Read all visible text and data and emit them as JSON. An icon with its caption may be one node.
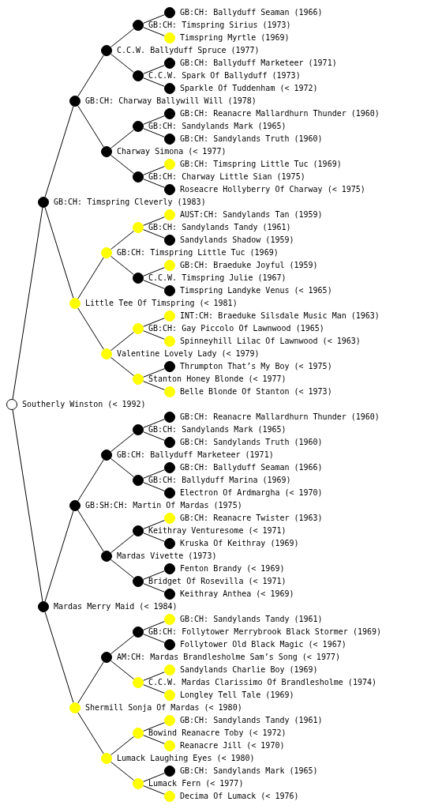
{
  "diagram": {
    "nodes": [
      {
        "text": [],
        "shape": "circle",
        "beside": [
          "GB:CH: Ballyduff Seaman (1966)"
        ]
      },
      {
        "text": [],
        "shape": "circle",
        "beside": [
          "GB:CH: Timspring Sirius (1973)"
        ]
      },
      {
        "text": [],
        "shape": "circle",
        "beside": [
          "Timspring Myrtle (1969)"
        ]
      },
      {
        "text": [],
        "shape": "circle",
        "beside": [
          "C.C.W. Ballyduff Spruce (1977)"
        ]
      },
      {
        "text": [],
        "shape": "circle",
        "beside": [
          "GB:CH: Ballyduff Marketeer (1971)"
        ]
      },
      {
        "text": [],
        "shape": "circle",
        "beside": [
          "C.C.W. Spark Of Ballyduff (1973)"
        ]
      },
      {
        "text": [],
        "shape": "circle",
        "beside": [
          "Sparkle Of Tuddenham (< 1972)"
        ]
      },
      {
        "text": [],
        "shape": "circle",
        "beside": [
          "GB:CH: Charway Ballywill Will (1978)"
        ]
      },
      {
        "text": [],
        "shape": "circle",
        "beside": [
          "GB:CH: Reanacre Mallardhurn Thunder (1960)"
        ]
      },
      {
        "text": [],
        "shape": "circle",
        "beside": [
          "GB:CH: Sandylands Mark (1965)"
        ]
      },
      {
        "text": [],
        "shape": "circle",
        "beside": [
          "GB:CH: Sandylands Truth (1960)"
        ]
      },
      {
        "text": [],
        "shape": "circle",
        "beside": [
          "Charway Simona (< 1977)"
        ]
      },
      {
        "text": [],
        "shape": "circle",
        "beside": [
          "GB:CH: Timspring Little Tuc (1969)"
        ]
      },
      {
        "text": [],
        "shape": "circle",
        "beside": [
          "GB:CH: Charway Little Sian (1975)"
        ]
      },
      {
        "text": [],
        "shape": "circle",
        "beside": [
          "Roseacre Hollyberry Of Charway (< 1975)"
        ]
      },
      {
        "text": [],
        "shape": "circle",
        "beside": [
          "GB:CH: Timspring Cleverly (1983)"
        ]
      },
      {
        "text": [],
        "shape": "circle",
        "beside": [
          "AUST:CH: Sandylands Tan (1959)"
        ]
      },
      {
        "text": [],
        "shape": "circle",
        "beside": [
          "GB:CH: Sandylands Tandy (1961)"
        ]
      },
      {
        "text": [],
        "shape": "circle",
        "beside": [
          "Sandylands Shadow (1959)"
        ]
      },
      {
        "text": [],
        "shape": "circle",
        "beside": [
          "GB:CH: Timspring Little Tuc (1969)"
        ]
      },
      {
        "text": [],
        "shape": "circle",
        "beside": [
          "GB:CH: Braeduke Joyful (1959)"
        ]
      },
      {
        "text": [],
        "shape": "circle",
        "beside": [
          "C.C.W. Timspring Julie (1967)"
        ]
      },
      {
        "text": [],
        "shape": "circle",
        "beside": [
          "Timspring Landyke Venus (< 1965)"
        ]
      },
      {
        "text": [],
        "shape": "circle",
        "beside": [
          "Little Tee Of Timspring (< 1981)"
        ]
      },
      {
        "text": [],
        "shape": "circle",
        "beside": [
          "INT:CH: Braeduke Silsdale Music Man (1963)"
        ]
      },
      {
        "text": [],
        "shape": "circle",
        "beside": [
          "GB:CH: Gay Piccolo Of Lawnwood (1965)"
        ]
      },
      {
        "text": [],
        "shape": "circle",
        "beside": [
          "Spinneyhill Lilac Of Lawnwood (< 1963)"
        ]
      },
      {
        "text": [],
        "shape": "circle",
        "beside": [
          "Valentine Lovely Lady (< 1979)"
        ]
      },
      {
        "text": [],
        "shape": "circle",
        "beside": [
          "Thrumpton That’s My Boy (< 1975)"
        ]
      },
      {
        "text": [],
        "shape": "circle",
        "beside": [
          "Stanton Honey Blonde (< 1977)"
        ]
      },
      {
        "text": [],
        "shape": "circle",
        "beside": [
          "Belle Blonde Of Stanton (< 1973)"
        ]
      },
      {
        "text": [],
        "shape": "circle",
        "beside": [
          "Southerly Winston (< 1992)"
        ]
      },
      {
        "text": [],
        "shape": "circle",
        "beside": [
          "GB:CH: Reanacre Mallardhurn Thunder (1960)"
        ]
      },
      {
        "text": [],
        "shape": "circle",
        "beside": [
          "GB:CH: Sandylands Mark (1965)"
        ]
      },
      {
        "text": [],
        "shape": "circle",
        "beside": [
          "GB:CH: Sandylands Truth (1960)"
        ]
      },
      {
        "text": [],
        "shape": "circle",
        "beside": [
          "GB:CH: Ballyduff Marketeer (1971)"
        ]
      },
      {
        "text": [],
        "shape": "circle",
        "beside": [
          "GB:CH: Ballyduff Seaman (1966)"
        ]
      },
      {
        "text": [],
        "shape": "circle",
        "beside": [
          "GB:CH: Ballyduff Marina (1969)"
        ]
      },
      {
        "text": [],
        "shape": "circle",
        "beside": [
          "Electron Of Ardmargha (< 1970)"
        ]
      },
      {
        "text": [],
        "shape": "circle",
        "beside": [
          "GB:SH:CH: Martin Of Mardas (1975)"
        ]
      },
      {
        "text": [],
        "shape": "circle",
        "beside": [
          "GB:CH: Reanacre Twister (1963)"
        ]
      },
      {
        "text": [],
        "shape": "circle",
        "beside": [
          "Keithray Venturesome (< 1971)"
        ]
      },
      {
        "text": [],
        "shape": "circle",
        "beside": [
          "Kruska Of Keithray (1969)"
        ]
      },
      {
        "text": [],
        "shape": "circle",
        "beside": [
          "Mardas Vivette (1973)"
        ]
      },
      {
        "text": [],
        "shape": "circle",
        "beside": [
          "Fenton Brandy (< 1969)"
        ]
      },
      {
        "text": [],
        "shape": "circle",
        "beside": [
          "Bridget Of Rosevilla (< 1971)"
        ]
      },
      {
        "text": [],
        "shape": "circle",
        "beside": [
          "Keithray Anthea (< 1969)"
        ]
      },
      {
        "text": [],
        "shape": "circle",
        "beside": [
          "Mardas Merry Maid (< 1984)"
        ]
      },
      {
        "text": [],
        "shape": "circle",
        "beside": [
          "GB:CH: Sandylands Tandy (1961)"
        ]
      },
      {
        "text": [],
        "shape": "circle",
        "beside": [
          "GB:CH: Follytower Merrybrook Black Stormer (1969)"
        ]
      },
      {
        "text": [],
        "shape": "circle",
        "beside": [
          "Follytower Old Black Magic (< 1967)"
        ]
      },
      {
        "text": [],
        "shape": "circle",
        "beside": [
          "AM:CH: Mardas Brandlesholme Sam’s Song (< 1977)"
        ]
      },
      {
        "text": [],
        "shape": "circle",
        "beside": [
          "Sandylands Charlie Boy (1969)"
        ]
      },
      {
        "text": [],
        "shape": "circle",
        "beside": [
          "C.C.W. Mardas Clarissimo Of Brandlesholme (1974)"
        ]
      },
      {
        "text": [],
        "shape": "circle",
        "beside": [
          "Longley Tell Tale (1969)"
        ]
      },
      {
        "text": [],
        "shape": "circle",
        "beside": [
          "Shermill Sonja Of Mardas (< 1980)"
        ]
      },
      {
        "text": [],
        "shape": "circle",
        "beside": [
          "GB:CH: Sandylands Tandy (1961)"
        ]
      },
      {
        "text": [],
        "shape": "circle",
        "beside": [
          "Bowind Reanacre Toby (< 1972)"
        ]
      },
      {
        "text": [],
        "shape": "circle",
        "beside": [
          "Reanacre Jill (< 1970)"
        ]
      },
      {
        "text": [],
        "shape": "circle",
        "beside": [
          "Lumack Laughing Eyes (< 1980)"
        ]
      },
      {
        "text": [],
        "shape": "circle",
        "beside": [
          "GB:CH: Sandylands Mark (1965)"
        ]
      },
      {
        "text": [],
        "shape": "circle",
        "beside": [
          "Lumack Fern (< 1977)"
        ]
      },
      {
        "text": [],
        "shape": "circle",
        "beside": [
          "Decima Of Lumack (< 1976)"
        ]
      }
    ],
    "edges": [
      {
        "from": 31,
        "to": 15,
        "arrow": "none"
      },
      {
        "from": 31,
        "to": 47,
        "arrow": "none"
      },
      {
        "from": 15,
        "to": 7,
        "arrow": "none"
      },
      {
        "from": 15,
        "to": 23,
        "arrow": "none"
      },
      {
        "from": 47,
        "to": 39,
        "arrow": "none"
      },
      {
        "from": 47,
        "to": 55,
        "arrow": "none"
      },
      {
        "from": 7,
        "to": 3,
        "arrow": "none"
      },
      {
        "from": 7,
        "to": 11,
        "arrow": "none"
      },
      {
        "from": 23,
        "to": 19,
        "arrow": "none"
      },
      {
        "from": 23,
        "to": 27,
        "arrow": "none"
      },
      {
        "from": 39,
        "to": 35,
        "arrow": "none"
      },
      {
        "from": 39,
        "to": 43,
        "arrow": "none"
      },
      {
        "from": 55,
        "to": 51,
        "arrow": "none"
      },
      {
        "from": 55,
        "to": 59,
        "arrow": "none"
      },
      {
        "from": 3,
        "to": 1,
        "arrow": "none"
      },
      {
        "from": 3,
        "to": 5,
        "arrow": "none"
      },
      {
        "from": 11,
        "to": 9,
        "arrow": "none"
      },
      {
        "from": 11,
        "to": 13,
        "arrow": "none"
      },
      {
        "from": 19,
        "to": 17,
        "arrow": "none"
      },
      {
        "from": 19,
        "to": 21,
        "arrow": "none"
      },
      {
        "from": 27,
        "to": 25,
        "arrow": "none"
      },
      {
        "from": 27,
        "to": 29,
        "arrow": "none"
      },
      {
        "from": 35,
        "to": 33,
        "arrow": "none"
      },
      {
        "from": 35,
        "to": 37,
        "arrow": "none"
      },
      {
        "from": 43,
        "to": 41,
        "arrow": "none"
      },
      {
        "from": 43,
        "to": 45,
        "arrow": "none"
      },
      {
        "from": 51,
        "to": 49,
        "arrow": "none"
      },
      {
        "from": 51,
        "to": 53,
        "arrow": "none"
      },
      {
        "from": 59,
        "to": 57,
        "arrow": "none"
      },
      {
        "from": 59,
        "to": 61,
        "arrow": "none"
      },
      {
        "from": 1,
        "to": 0,
        "arrow": "none"
      },
      {
        "from": 1,
        "to": 2,
        "arrow": "none"
      },
      {
        "from": 5,
        "to": 4,
        "arrow": "none"
      },
      {
        "from": 5,
        "to": 6,
        "arrow": "none"
      },
      {
        "from": 9,
        "to": 8,
        "arrow": "none"
      },
      {
        "from": 9,
        "to": 10,
        "arrow": "none"
      },
      {
        "from": 13,
        "to": 12,
        "arrow": "none"
      },
      {
        "from": 13,
        "to": 14,
        "arrow": "none"
      },
      {
        "from": 17,
        "to": 16,
        "arrow": "none"
      },
      {
        "from": 17,
        "to": 18,
        "arrow": "none"
      },
      {
        "from": 21,
        "to": 20,
        "arrow": "none"
      },
      {
        "from": 21,
        "to": 22,
        "arrow": "none"
      },
      {
        "from": 25,
        "to": 24,
        "arrow": "none"
      },
      {
        "from": 25,
        "to": 26,
        "arrow": "none"
      },
      {
        "from": 29,
        "to": 28,
        "arrow": "none"
      },
      {
        "from": 29,
        "to": 30,
        "arrow": "none"
      },
      {
        "from": 33,
        "to": 32,
        "arrow": "none"
      },
      {
        "from": 33,
        "to": 34,
        "arrow": "none"
      },
      {
        "from": 37,
        "to": 36,
        "arrow": "none"
      },
      {
        "from": 37,
        "to": 38,
        "arrow": "none"
      },
      {
        "from": 41,
        "to": 40,
        "arrow": "none"
      },
      {
        "from": 41,
        "to": 42,
        "arrow": "none"
      },
      {
        "from": 45,
        "to": 44,
        "arrow": "none"
      },
      {
        "from": 45,
        "to": 46,
        "arrow": "none"
      },
      {
        "from": 49,
        "to": 48,
        "arrow": "none"
      },
      {
        "from": 49,
        "to": 50,
        "arrow": "none"
      },
      {
        "from": 53,
        "to": 52,
        "arrow": "none"
      },
      {
        "from": 53,
        "to": 54,
        "arrow": "none"
      },
      {
        "from": 57,
        "to": 56,
        "arrow": "none"
      },
      {
        "from": 57,
        "to": 58,
        "arrow": "none"
      },
      {
        "from": 61,
        "to": 60,
        "arrow": "none"
      },
      {
        "from": 61,
        "to": 62,
        "arrow": "none"
      }
    ]
  }
}
